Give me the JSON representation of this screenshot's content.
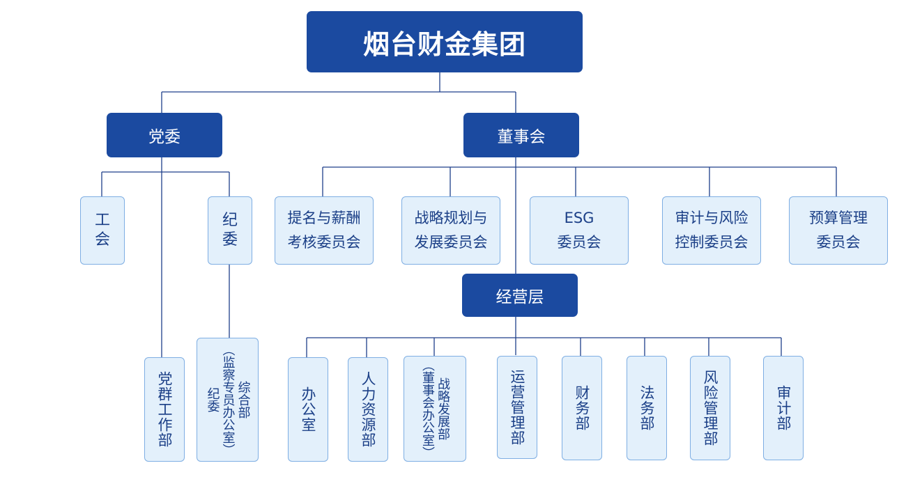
{
  "colors": {
    "dark_box": "#1b4aa0",
    "light_box": "#e3f0fb",
    "light_border": "#7eaee3",
    "line": "#1e3f8a",
    "light_text": "#1b3f87"
  },
  "root": {
    "label": "烟台财金集团"
  },
  "party_committee": {
    "label": "党委",
    "children": {
      "union": "工\n会",
      "discipline": "纪\n委"
    },
    "departments": {
      "party_work": "党群工作部",
      "discipline_office": "综合部\n（监察专员办公室）\n纪委"
    }
  },
  "board": {
    "label": "董事会",
    "committees": [
      "提名与薪酬\n考核委员会",
      "战略规划与\n发展委员会",
      "ESG\n委员会",
      "审计与风险\n控制委员会",
      "预算管理\n委员会"
    ]
  },
  "management": {
    "label": "经营层",
    "departments": [
      "办公室",
      "人力资源部",
      "战略发展部\n（董事会办公室）",
      "运营管理部",
      "财务部",
      "法务部",
      "风险管理部",
      "审计部"
    ]
  }
}
